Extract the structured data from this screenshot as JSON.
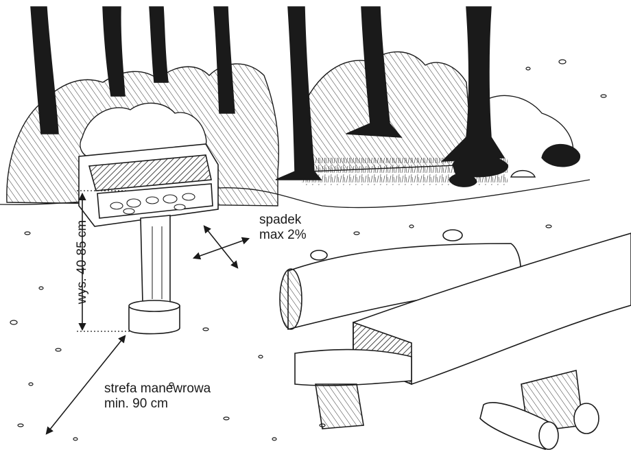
{
  "labels": {
    "height": "wys. 40-85 cm",
    "slope_line1": "spadek",
    "slope_line2": "max 2%",
    "zone_line1": "strefa manewrowa",
    "zone_line2": "min. 90 cm"
  },
  "colors": {
    "ink": "#1a1a1a",
    "paper": "#ffffff",
    "shade": "#d9d9d9"
  },
  "icons": [
    "tree",
    "shrub",
    "boulder",
    "grill-stand",
    "log-bench",
    "double-arrow"
  ]
}
